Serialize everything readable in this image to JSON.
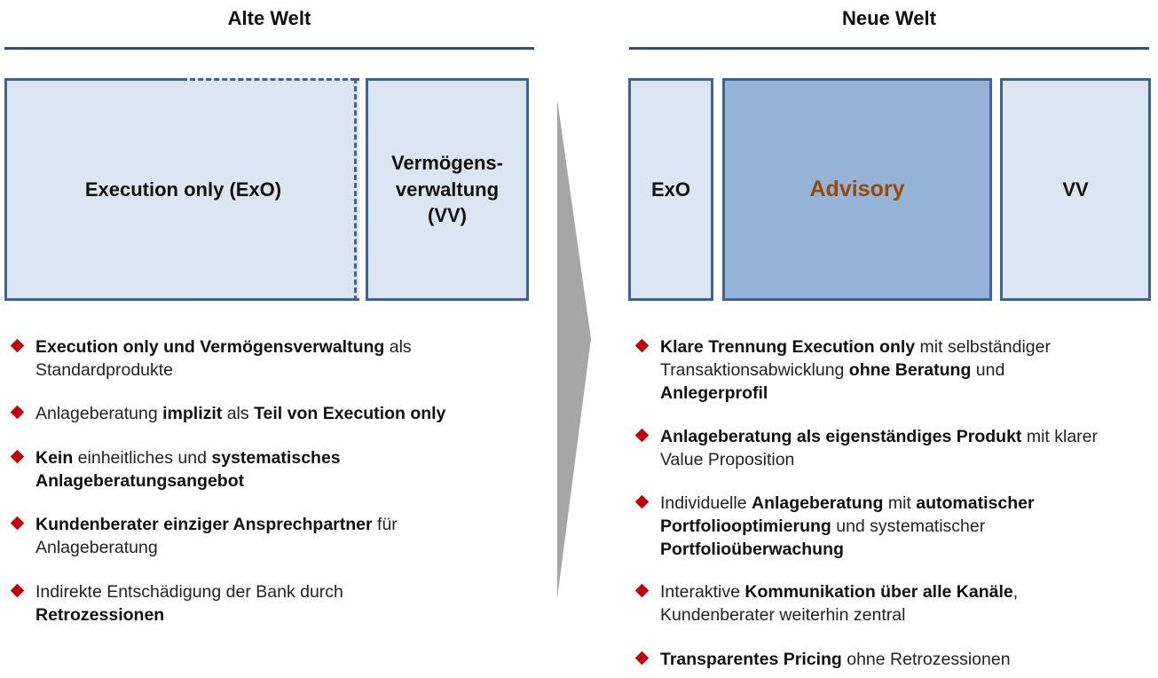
{
  "left": {
    "heading": "Alte Welt",
    "box_exo": "Execution only (ExO)",
    "box_vv_line1": "Vermögens-",
    "box_vv_line2": "verwaltung",
    "box_vv_line3": "(VV)",
    "bullets": [
      [
        {
          "b": true,
          "t": "Execution only und Vermögensverwaltung"
        },
        {
          "b": false,
          "t": " als"
        },
        {
          "br": true
        },
        {
          "b": false,
          "t": "Standardprodukte"
        }
      ],
      [
        {
          "b": false,
          "t": "Anlageberatung "
        },
        {
          "b": true,
          "t": "implizit"
        },
        {
          "b": false,
          "t": " als "
        },
        {
          "b": true,
          "t": "Teil von Execution only"
        }
      ],
      [
        {
          "b": true,
          "t": "Kein"
        },
        {
          "b": false,
          "t": " einheitliches und "
        },
        {
          "b": true,
          "t": "systematisches"
        },
        {
          "br": true
        },
        {
          "b": true,
          "t": "Anlageberatungsangebot"
        }
      ],
      [
        {
          "b": true,
          "t": "Kundenberater einziger Ansprechpartner"
        },
        {
          "b": false,
          "t": " für"
        },
        {
          "br": true
        },
        {
          "b": false,
          "t": "Anlageberatung"
        }
      ],
      [
        {
          "b": false,
          "t": "Indirekte Entschädigung der Bank durch"
        },
        {
          "br": true
        },
        {
          "b": true,
          "t": "Retrozessionen"
        }
      ]
    ]
  },
  "right": {
    "heading": "Neue Welt",
    "box_exo": "ExO",
    "box_advisory": "Advisory",
    "box_vv": "VV",
    "bullets": [
      [
        {
          "b": true,
          "t": "Klare Trennung Execution only"
        },
        {
          "b": false,
          "t": " mit selbständiger"
        },
        {
          "br": true
        },
        {
          "b": false,
          "t": "Transaktionsabwicklung "
        },
        {
          "b": true,
          "t": "ohne Beratung"
        },
        {
          "b": false,
          "t": " und"
        },
        {
          "br": true
        },
        {
          "b": true,
          "t": "Anlegerprofil"
        }
      ],
      [
        {
          "b": true,
          "t": "Anlageberatung als eigenständiges Produkt"
        },
        {
          "b": false,
          "t": " mit klarer"
        },
        {
          "br": true
        },
        {
          "b": false,
          "t": "Value Proposition"
        }
      ],
      [
        {
          "b": false,
          "t": "Individuelle "
        },
        {
          "b": true,
          "t": "Anlageberatung"
        },
        {
          "b": false,
          "t": " mit "
        },
        {
          "b": true,
          "t": "automatischer"
        },
        {
          "br": true
        },
        {
          "b": true,
          "t": "Portfoliooptimierung"
        },
        {
          "b": false,
          "t": " und systematischer"
        },
        {
          "br": true
        },
        {
          "b": true,
          "t": "Portfolioüberwachung"
        }
      ],
      [
        {
          "b": false,
          "t": "Interaktive "
        },
        {
          "b": true,
          "t": "Kommunikation über alle Kanäle"
        },
        {
          "b": false,
          "t": ","
        },
        {
          "br": true
        },
        {
          "b": false,
          "t": "Kundenberater weiterhin zentral"
        }
      ],
      [
        {
          "b": true,
          "t": "Transparentes Pricing"
        },
        {
          "b": false,
          "t": " ohne Retrozessionen"
        }
      ]
    ]
  },
  "colors": {
    "box_fill": "#dce6f2",
    "box_border": "#41618f",
    "advisory_fill": "#95b3d7",
    "advisory_text": "#984807",
    "bullet": "#c0000c",
    "chevron": "#a6a6a6"
  }
}
